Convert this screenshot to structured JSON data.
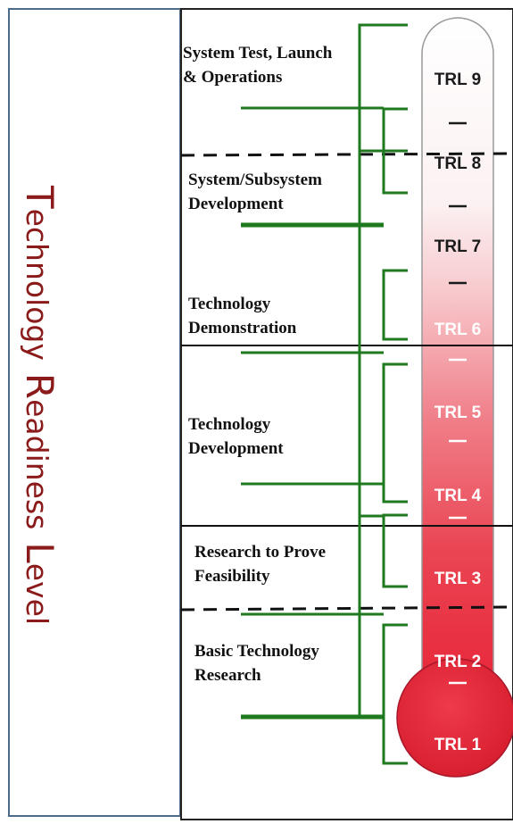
{
  "title": {
    "initial1": "T",
    "rest1": "echnology",
    "initial2": "R",
    "rest2": "eadiness",
    "initial3": "L",
    "rest3": "evel"
  },
  "stages": [
    {
      "line1": "System Test, Launch",
      "line2": "& Operations",
      "trls": [
        9,
        8
      ]
    },
    {
      "line1": "System/Subsystem",
      "line2": "Development",
      "trls": [
        8,
        7
      ]
    },
    {
      "line1": "Technology",
      "line2": "Demonstration",
      "trls": [
        7,
        6
      ]
    },
    {
      "line1": "Technology",
      "line2": "Development",
      "trls": [
        5,
        4
      ]
    },
    {
      "line1": "Research to Prove",
      "line2": "Feasibility",
      "trls": [
        4,
        3
      ]
    },
    {
      "line1": "Basic Technology",
      "line2": "Research",
      "trls": [
        2,
        1
      ]
    }
  ],
  "trl_labels": [
    "TRL 9",
    "TRL 8",
    "TRL 7",
    "TRL 6",
    "TRL 5",
    "TRL 4",
    "TRL 3",
    "TRL 2",
    "TRL 1"
  ],
  "colors": {
    "title": "#8b1a1a",
    "bracket": "#1f7a1f",
    "thermo_top": "#ffffff",
    "thermo_bottom": "#e8283a",
    "frame": "#4a6b8a"
  }
}
